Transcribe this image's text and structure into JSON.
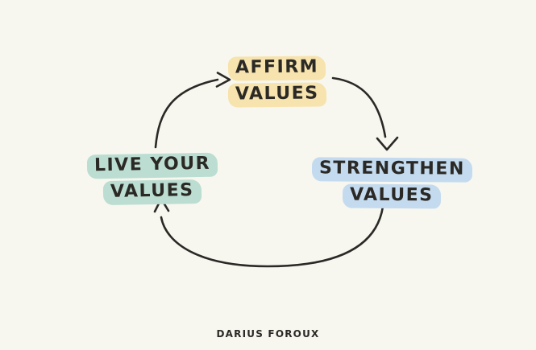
{
  "diagram": {
    "background_color": "#F7F7F0",
    "ink_color": "#2B2925",
    "nodes": [
      {
        "id": "affirm-values",
        "line1": "AFFIRM",
        "line2": "VALUES",
        "highlight_color": "#F7E3AD"
      },
      {
        "id": "strengthen-values",
        "line1": "STRENGTHEN",
        "line2": "VALUES",
        "highlight_color": "#C4DBEF"
      },
      {
        "id": "live-your-values",
        "line1": "LIVE YOUR",
        "line2": "VALUES",
        "highlight_color": "#BCDED2"
      }
    ],
    "arrows": [
      {
        "from": "live-your-values",
        "to": "affirm-values"
      },
      {
        "from": "affirm-values",
        "to": "strengthen-values"
      },
      {
        "from": "strengthen-values",
        "to": "live-your-values"
      }
    ],
    "signature": "DARIUS FOROUX"
  }
}
